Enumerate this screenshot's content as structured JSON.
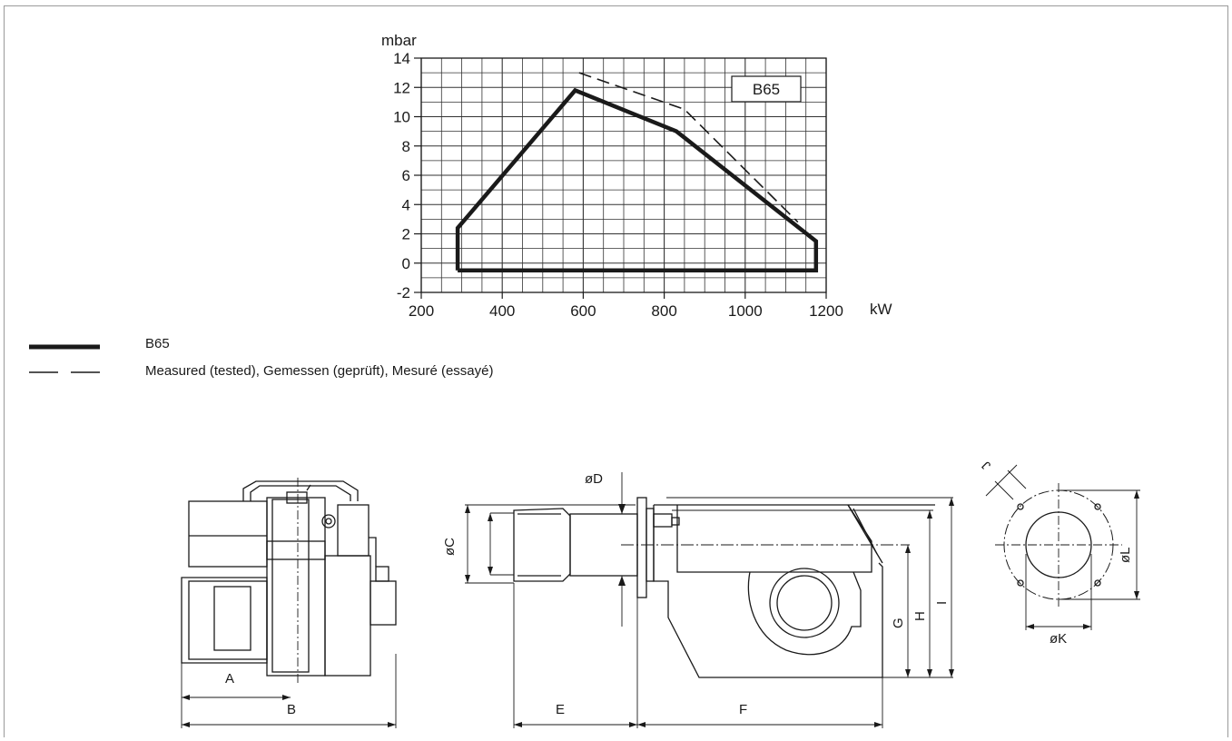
{
  "chart_data": {
    "type": "line",
    "ylabel": "mbar",
    "xlabel": "kW",
    "xlim": [
      200,
      1200
    ],
    "ylim": [
      -2,
      14
    ],
    "x_ticks": [
      "200",
      "400",
      "600",
      "800",
      "1000",
      "1200"
    ],
    "y_ticks": [
      "14",
      "12",
      "10",
      "8",
      "6",
      "4",
      "2",
      "0",
      "-2"
    ],
    "x_tick_values": [
      200,
      400,
      600,
      800,
      1000,
      1200
    ],
    "y_tick_values": [
      14,
      12,
      10,
      8,
      6,
      4,
      2,
      0,
      -2
    ],
    "grid": true,
    "annotation": "B65",
    "series": [
      {
        "name": "B65",
        "style": "solid",
        "points": [
          [
            290,
            -0.5
          ],
          [
            290,
            2.4
          ],
          [
            580,
            11.8
          ],
          [
            830,
            9.0
          ],
          [
            1175,
            1.5
          ],
          [
            1175,
            -0.5
          ],
          [
            290,
            -0.5
          ]
        ]
      },
      {
        "name": "Measured (tested), Gemessen (geprüft), Mesuré (essayé)",
        "style": "dashed",
        "points": [
          [
            590,
            13.0
          ],
          [
            850,
            10.5
          ],
          [
            1130,
            2.8
          ]
        ]
      }
    ]
  },
  "legend": [
    {
      "label": "B65",
      "style": "solid"
    },
    {
      "label": "Measured (tested), Gemessen (geprüft), Mesuré (essayé)",
      "style": "dashed"
    }
  ],
  "dimensions": {
    "A": "A",
    "B": "B",
    "C": "øC",
    "D": "øD",
    "E": "E",
    "F": "F",
    "G": "G",
    "H": "H",
    "I": "I",
    "J": "J",
    "K": "øK",
    "L": "øL"
  },
  "colors": {
    "line": "#1a1a1a",
    "grid": "#333333"
  }
}
